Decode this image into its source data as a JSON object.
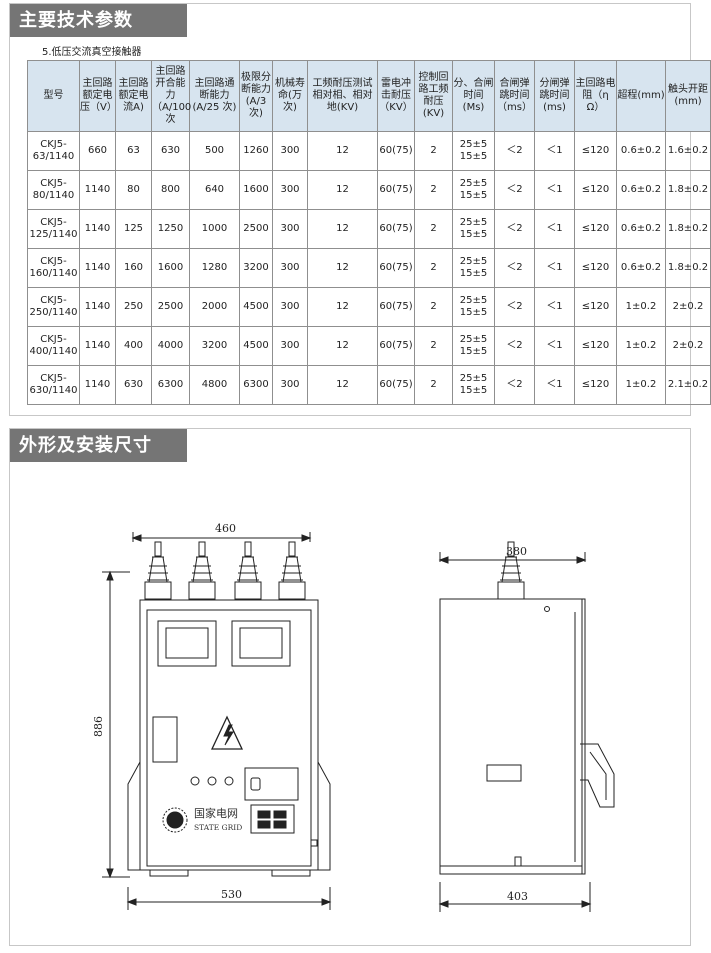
{
  "section1": {
    "title": "主要技术参数",
    "table_caption": "5.低压交流真空接触器"
  },
  "table": {
    "headers": [
      "型号",
      "主回路额定电压（V）",
      "主回路额定电流A)",
      "主回路开合能力（A/100 次",
      "主回路通断能力(A/25 次)",
      "极限分断能力(A/3次)",
      "机械寿命(万次)",
      "工频耐压测试相对相、相对地(KV)",
      "雷电冲击耐压（KV）",
      "控制回路工频耐压(KV)",
      "分、合闸时间(Ms)",
      "合闸弹跳时间（ms）",
      "分闸弹跳时间(ms)",
      "主回路电阻（η Ω）",
      "超程(mm)",
      "触头开距(mm)"
    ],
    "rows": [
      [
        "CKJ5-63/1140",
        "660",
        "63",
        "630",
        "500",
        "1260",
        "300",
        "12",
        "60(75)",
        "2",
        "25±5\n15±5",
        "＜2",
        "＜1",
        "≤120",
        "0.6±0.2",
        "1.6±0.2"
      ],
      [
        "CKJ5-80/1140",
        "1140",
        "80",
        "800",
        "640",
        "1600",
        "300",
        "12",
        "60(75)",
        "2",
        "25±5\n15±5",
        "＜2",
        "＜1",
        "≤120",
        "0.6±0.2",
        "1.8±0.2"
      ],
      [
        "CKJ5-125/1140",
        "1140",
        "125",
        "1250",
        "1000",
        "2500",
        "300",
        "12",
        "60(75)",
        "2",
        "25±5\n15±5",
        "＜2",
        "＜1",
        "≤120",
        "0.6±0.2",
        "1.8±0.2"
      ],
      [
        "CKJ5-160/1140",
        "1140",
        "160",
        "1600",
        "1280",
        "3200",
        "300",
        "12",
        "60(75)",
        "2",
        "25±5\n15±5",
        "＜2",
        "＜1",
        "≤120",
        "0.6±0.2",
        "1.8±0.2"
      ],
      [
        "CKJ5-250/1140",
        "1140",
        "250",
        "2500",
        "2000",
        "4500",
        "300",
        "12",
        "60(75)",
        "2",
        "25±5\n15±5",
        "＜2",
        "＜1",
        "≤120",
        "1±0.2",
        "2±0.2"
      ],
      [
        "CKJ5-400/1140",
        "1140",
        "400",
        "4000",
        "3200",
        "4500",
        "300",
        "12",
        "60(75)",
        "2",
        "25±5\n15±5",
        "＜2",
        "＜1",
        "≤120",
        "1±0.2",
        "2±0.2"
      ],
      [
        "CKJ5-630/1140",
        "1140",
        "630",
        "6300",
        "4800",
        "6300",
        "300",
        "12",
        "60(75)",
        "2",
        "25±5\n15±5",
        "＜2",
        "＜1",
        "≤120",
        "1±0.2",
        "2.1±0.2"
      ]
    ]
  },
  "section2": {
    "title": "外形及安装尺寸"
  },
  "drawing": {
    "front_width_top": "460",
    "front_height": "886",
    "front_width_bottom": "530",
    "side_width_top": "380",
    "side_width_bottom": "403",
    "logo_cn": "国家电网",
    "logo_en": "STATE GRID"
  }
}
